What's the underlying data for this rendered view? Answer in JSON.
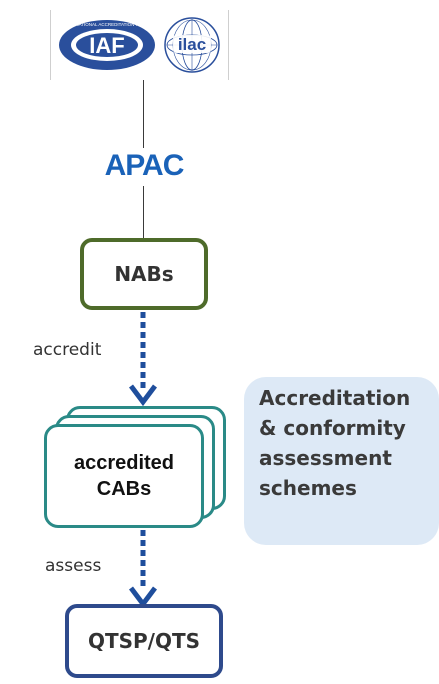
{
  "logos": {
    "iaf_text": "IAF",
    "iaf_ring_text": "INTERNATIONAL ACCREDITATION FORUM",
    "ilac_text": "ilac",
    "apac_text": "APAC"
  },
  "nodes": {
    "nabs": "NABs",
    "cabs_line1": "accredited",
    "cabs_line2": "CABs",
    "qtsp": "QTSP/QTS"
  },
  "edges": {
    "accredit": "accredit",
    "assess": "assess"
  },
  "callout": {
    "line1": "Accreditation",
    "line2": "& conformity",
    "line3": "assessment",
    "line4": "schemes"
  },
  "colors": {
    "nabs_border": "#4e6b2a",
    "cabs_border": "#2a8a87",
    "qtsp_border": "#2e4a8c",
    "arrow": "#1f4e9c",
    "callout_bg": "#dde9f6",
    "iaf_blue": "#2a4f9c",
    "apac_blue": "#1a62b8"
  }
}
